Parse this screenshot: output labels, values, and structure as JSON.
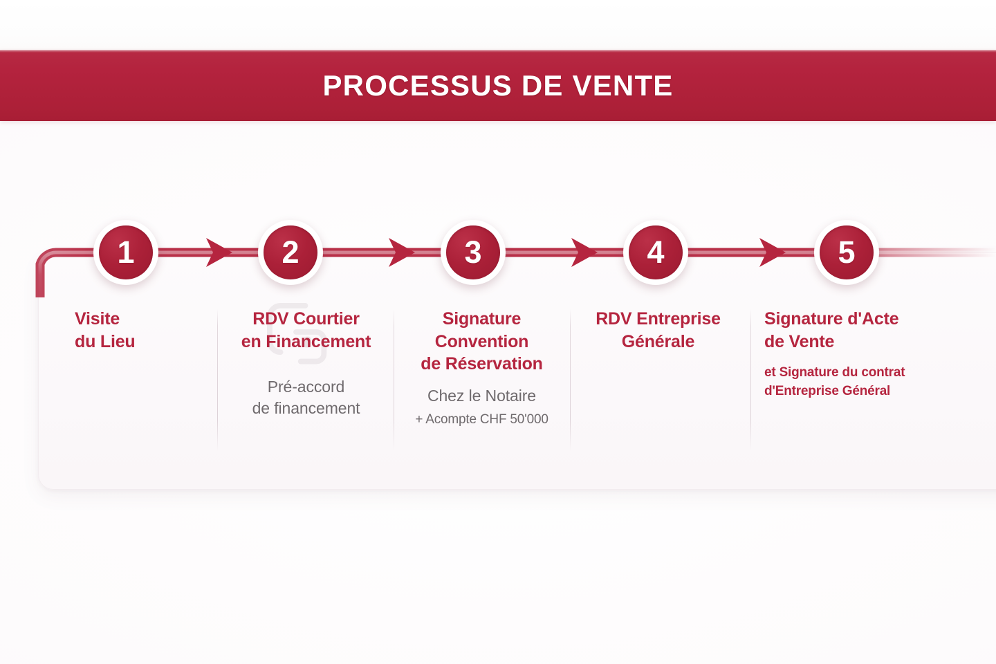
{
  "header": {
    "title": "PROCESSUS DE VENTE",
    "band_color": "#b4233e",
    "title_color": "#ffffff"
  },
  "theme": {
    "accent_red": "#b5253f",
    "circle_fill": "#ab2038",
    "line_color": "#b5253f",
    "muted_text": "#6f6a6d",
    "card_bg": "#fbf8fa"
  },
  "watermark": {
    "name": "company-logo-watermark",
    "color": "#cfc9cc"
  },
  "steps": [
    {
      "number": "1",
      "heading": "Visite\ndu Lieu",
      "heading_line1": "Visite",
      "heading_line2": "du Lieu",
      "sub": "",
      "note": ""
    },
    {
      "number": "2",
      "heading_line1": "RDV Courtier",
      "heading_line2": "en Financement",
      "sub_line1": "Pré-accord",
      "sub_line2": "de financement",
      "note": ""
    },
    {
      "number": "3",
      "heading_line1": "Signature",
      "heading_line2": "Convention",
      "heading_line3": "de Réservation",
      "sub_line1": "Chez le Notaire",
      "sub_line2": "+ Acompte CHF 50'000",
      "note": ""
    },
    {
      "number": "4",
      "heading_line1": "RDV Entreprise",
      "heading_line2": "Générale",
      "sub": "",
      "note": ""
    },
    {
      "number": "5",
      "heading_line1": "Signature d'Acte",
      "heading_line2": "de Vente",
      "note_line1": "et Signature du contrat",
      "note_line2": "d'Entreprise Général"
    }
  ],
  "arrows": {
    "count": 4,
    "name": "flow-arrow"
  }
}
